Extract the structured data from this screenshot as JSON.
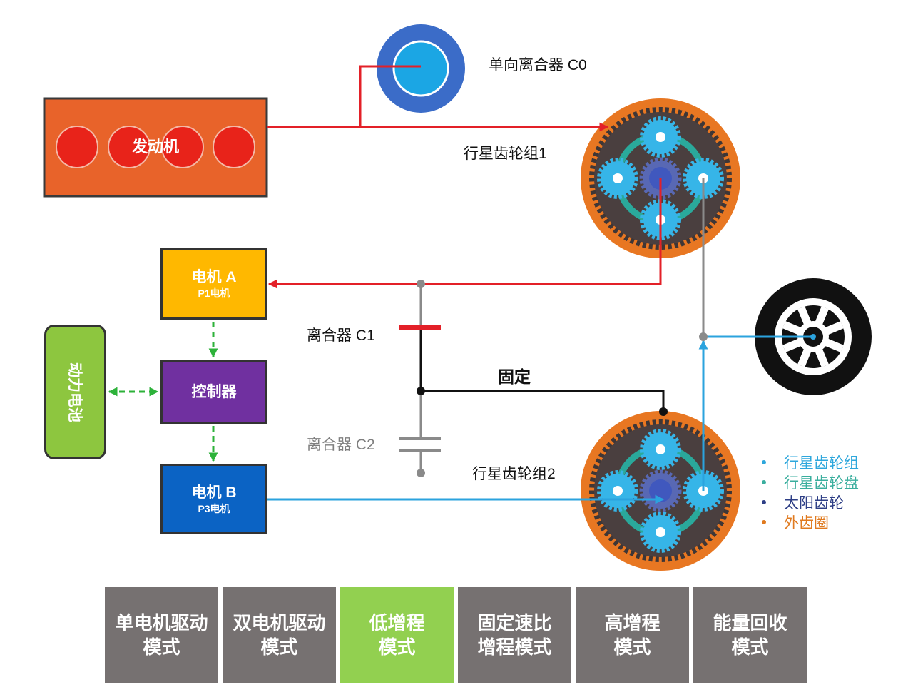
{
  "diagram": {
    "engine": "发动机",
    "clutch_c0": "单向离合器 C0",
    "gearset_1": "行星齿轮组1",
    "gearset_2": "行星齿轮组2",
    "motor_a": {
      "title": "电机 A",
      "subtitle": "P1电机"
    },
    "controller": "控制器",
    "motor_b": {
      "title": "电机 B",
      "subtitle": "P3电机"
    },
    "battery": "动力电池",
    "clutch_c1": "离合器 C1",
    "clutch_c2": "离合器 C2",
    "fixed": "固定"
  },
  "legend": [
    {
      "label": "行星齿轮组",
      "color": "#2EA7DC"
    },
    {
      "label": "行星齿轮盘",
      "color": "#3AAE9E"
    },
    {
      "label": "太阳齿轮",
      "color": "#2E3F86"
    },
    {
      "label": "外齿圈",
      "color": "#E07A1F"
    }
  ],
  "modes": [
    {
      "line1": "单电机驱动",
      "line2": "模式",
      "active": false
    },
    {
      "line1": "双电机驱动",
      "line2": "模式",
      "active": false
    },
    {
      "line1": "低增程",
      "line2": "模式",
      "active": true
    },
    {
      "line1": "固定速比",
      "line2": "增程模式",
      "active": false
    },
    {
      "line1": "高增程",
      "line2": "模式",
      "active": false
    },
    {
      "line1": "能量回收",
      "line2": "模式",
      "active": false
    }
  ],
  "colors": {
    "mode_default": "#767171",
    "mode_active": "#92D050"
  }
}
